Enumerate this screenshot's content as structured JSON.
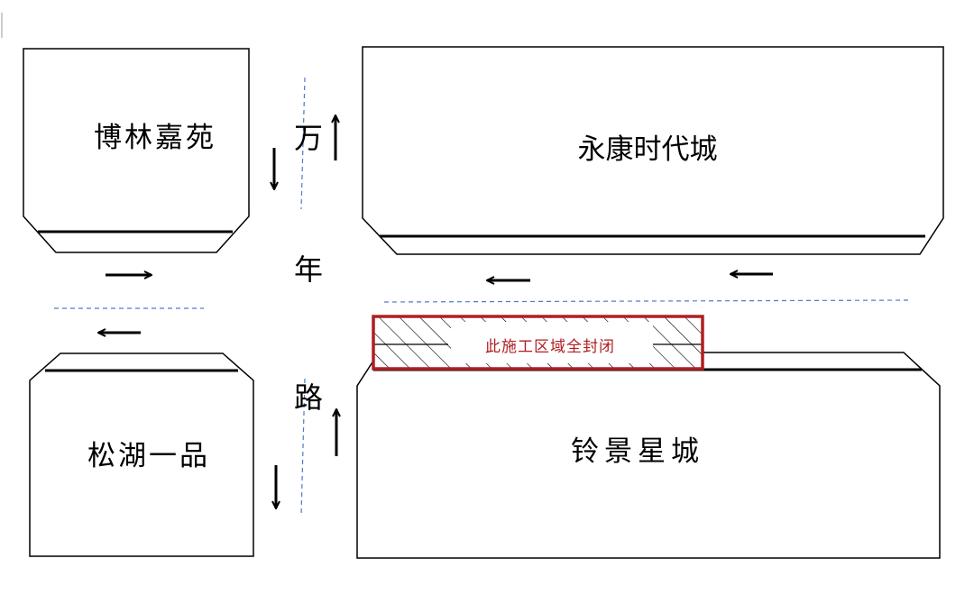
{
  "blocks": {
    "bolin": "博林嘉苑",
    "yongkang": "永康时代城",
    "songhu": "松湖一品",
    "lingjing": "铃景星城"
  },
  "road": {
    "char1": "万",
    "char2": "年",
    "char3": "路"
  },
  "closure": {
    "label": "此施工区域全封闭"
  },
  "colors": {
    "lines": "#000000",
    "lane_divider": "#4a7cc9",
    "closure": "#b01e22"
  }
}
